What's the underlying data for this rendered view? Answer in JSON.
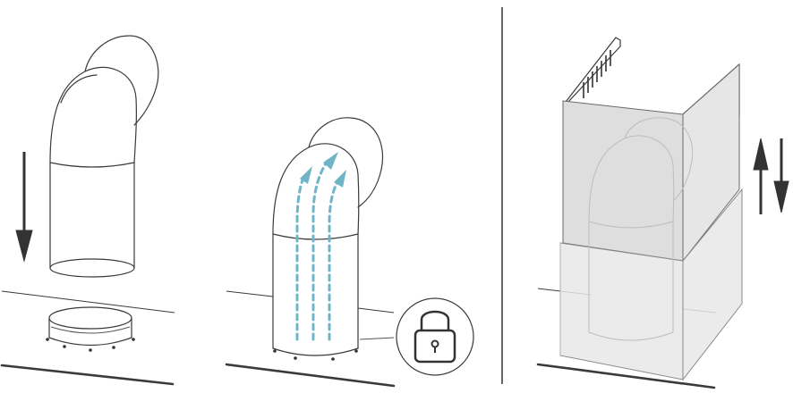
{
  "figure": {
    "panels": [
      {
        "id": "step-1",
        "action": "lower-duct-elbow",
        "arrow": "down"
      },
      {
        "id": "step-2",
        "action": "airflow-and-lock",
        "icon": "padlock-icon"
      },
      {
        "id": "step-3",
        "action": "telescopic-chimney-cover",
        "arrow": "up-down"
      }
    ],
    "colors": {
      "line": "#3a3a3a",
      "airflow": "#6fb5c7",
      "cover_fill": "#e6e6e6",
      "ghost_line": "#bdbdbd"
    }
  }
}
